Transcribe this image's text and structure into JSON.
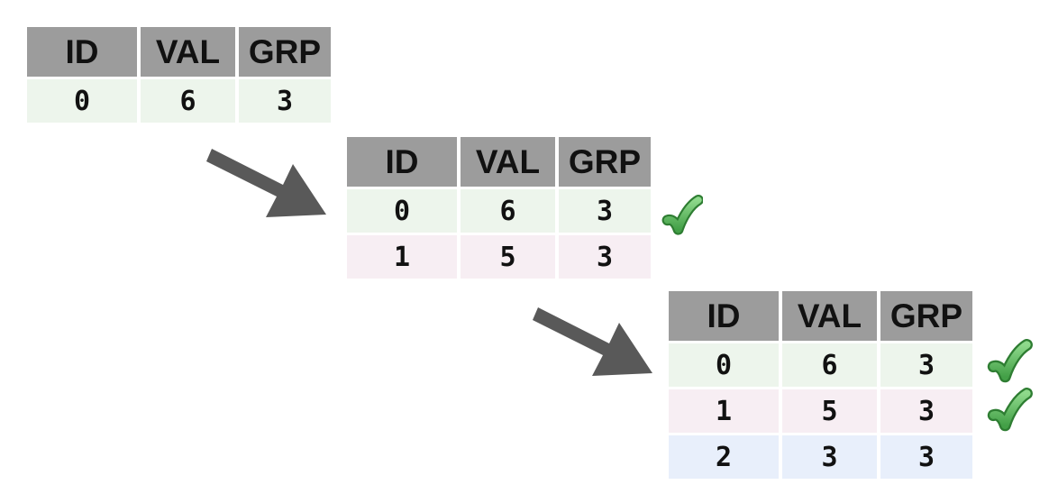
{
  "diagram": {
    "headers": [
      "ID",
      "VAL",
      "GRP"
    ],
    "steps": [
      {
        "rows": [
          {
            "cells": [
              "0",
              "6",
              "3"
            ],
            "tone": "green",
            "checked": false
          }
        ]
      },
      {
        "rows": [
          {
            "cells": [
              "0",
              "6",
              "3"
            ],
            "tone": "green",
            "checked": true
          },
          {
            "cells": [
              "1",
              "5",
              "3"
            ],
            "tone": "pink",
            "checked": false
          }
        ]
      },
      {
        "rows": [
          {
            "cells": [
              "0",
              "6",
              "3"
            ],
            "tone": "green",
            "checked": true
          },
          {
            "cells": [
              "1",
              "5",
              "3"
            ],
            "tone": "pink",
            "checked": true
          },
          {
            "cells": [
              "2",
              "3",
              "3"
            ],
            "tone": "blue",
            "checked": false
          }
        ]
      }
    ]
  },
  "icons": {
    "arrow": "arrow-down-right-icon",
    "check": "checkmark-icon"
  },
  "colors": {
    "background": "#ffffff",
    "header_bg": "#9c9c9c",
    "row_green": "#edf5ec",
    "row_pink": "#f7eef3",
    "row_blue": "#e8effb",
    "arrow_gray": "#595959",
    "check_green": "#43a047",
    "check_outline": "#2e7d32",
    "text": "#111111"
  }
}
